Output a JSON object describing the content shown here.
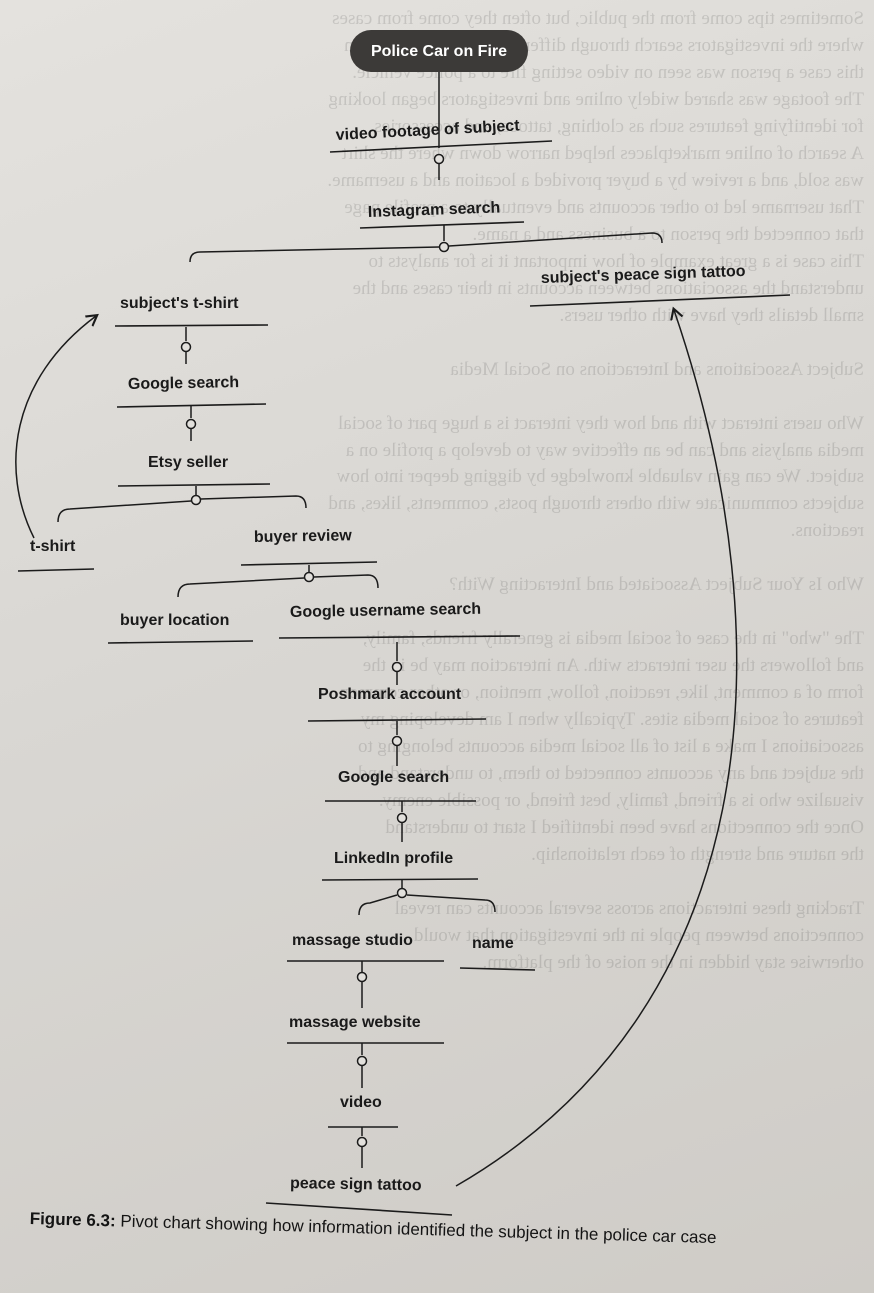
{
  "diagram": {
    "root": "Police Car on Fire",
    "nodes": {
      "video_footage": "video footage of subject",
      "instagram_search": "Instagram search",
      "subject_tshirt": "subject's t-shirt",
      "subject_tattoo": "subject's peace sign tattoo",
      "google_search_1": "Google search",
      "etsy_seller": "Etsy seller",
      "tshirt": "t-shirt",
      "buyer_review": "buyer review",
      "buyer_location": "buyer location",
      "google_username_search": "Google username search",
      "poshmark_account": "Poshmark account",
      "google_search_2": "Google search",
      "linkedin_profile": "LinkedIn profile",
      "massage_studio": "massage studio",
      "name": "name",
      "massage_website": "massage website",
      "video": "video",
      "peace_sign_tattoo": "peace sign tattoo"
    },
    "edges": [
      [
        "root",
        "video_footage"
      ],
      [
        "video_footage",
        "instagram_search"
      ],
      [
        "instagram_search",
        "subject_tshirt"
      ],
      [
        "instagram_search",
        "subject_tattoo"
      ],
      [
        "subject_tshirt",
        "google_search_1"
      ],
      [
        "google_search_1",
        "etsy_seller"
      ],
      [
        "etsy_seller",
        "tshirt"
      ],
      [
        "etsy_seller",
        "buyer_review"
      ],
      [
        "buyer_review",
        "buyer_location"
      ],
      [
        "buyer_review",
        "google_username_search"
      ],
      [
        "google_username_search",
        "poshmark_account"
      ],
      [
        "poshmark_account",
        "google_search_2"
      ],
      [
        "google_search_2",
        "linkedin_profile"
      ],
      [
        "linkedin_profile",
        "massage_studio"
      ],
      [
        "linkedin_profile",
        "name"
      ],
      [
        "massage_studio",
        "massage_website"
      ],
      [
        "massage_website",
        "video"
      ],
      [
        "video",
        "peace_sign_tattoo"
      ],
      [
        "tshirt",
        "subject_tshirt"
      ],
      [
        "peace_sign_tattoo",
        "subject_tattoo"
      ]
    ]
  },
  "caption": {
    "label": "Figure 6.3:",
    "text": "Pivot chart showing how information identified the subject in the police car case"
  }
}
